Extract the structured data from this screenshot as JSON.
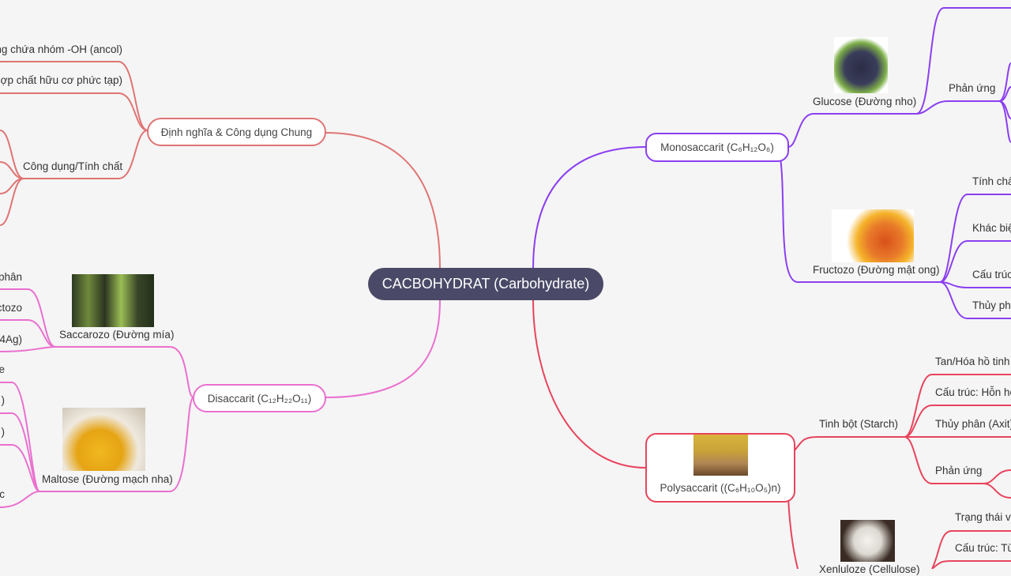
{
  "root": {
    "label": "CACBOHYDRAT (Carbohydrate)"
  },
  "colors": {
    "definition": "#e07474",
    "disaccharide": "#ea6fcf",
    "monosaccharide": "#8b3ff0",
    "polysaccharide": "#e8445c",
    "root": "#4a4a68"
  },
  "definition": {
    "label": "Định nghĩa & Công dụng Chung",
    "children": [
      "ng chứa nhóm -OH (ancol)",
      "Hợp chất hữu cơ phức tạp)",
      "Công dụng/Tính chất"
    ]
  },
  "disaccharide": {
    "label": "Disaccarit (C₁₂H₂₂O₁₁)",
    "saccarozo": {
      "label": "Saccarozo (Đường mía)",
      "image": "sugarcane",
      "children": [
        "phân",
        "ctozo",
        "4Ag)"
      ]
    },
    "maltose": {
      "label": "Maltose (Đường mạch nha)",
      "image": "syrup-spoon",
      "children": [
        "e",
        ")",
        ")",
        "c"
      ]
    }
  },
  "monosaccharide": {
    "label": "Monosaccarit (C₆H₁₂O₆)",
    "glucose": {
      "label": "Glucose (Đường nho)",
      "image": "grapes",
      "children": [
        "Phản ứng"
      ]
    },
    "fructozo": {
      "label": "Fructozo (Đường mật ong)",
      "image": "honey",
      "children": [
        "Tính chấ",
        "Khác biệ",
        "Cấu trúc",
        "Thủy ph"
      ]
    }
  },
  "polysaccharide": {
    "label": "Polysaccarit ((C₆H₁₀O₅)n)",
    "image": "rice-sack",
    "starch": {
      "label": "Tinh bột (Starch)",
      "children": [
        "Tan/Hóa hồ tinh",
        "Cấu trúc: Hỗn hợ",
        "Thủy phân (Axit)",
        "Phản ứng"
      ]
    },
    "cellulose": {
      "label": "Xenluloze (Cellulose)",
      "image": "cotton",
      "children": [
        "Trạng thái v",
        "Cấu trúc: Từ"
      ]
    }
  }
}
